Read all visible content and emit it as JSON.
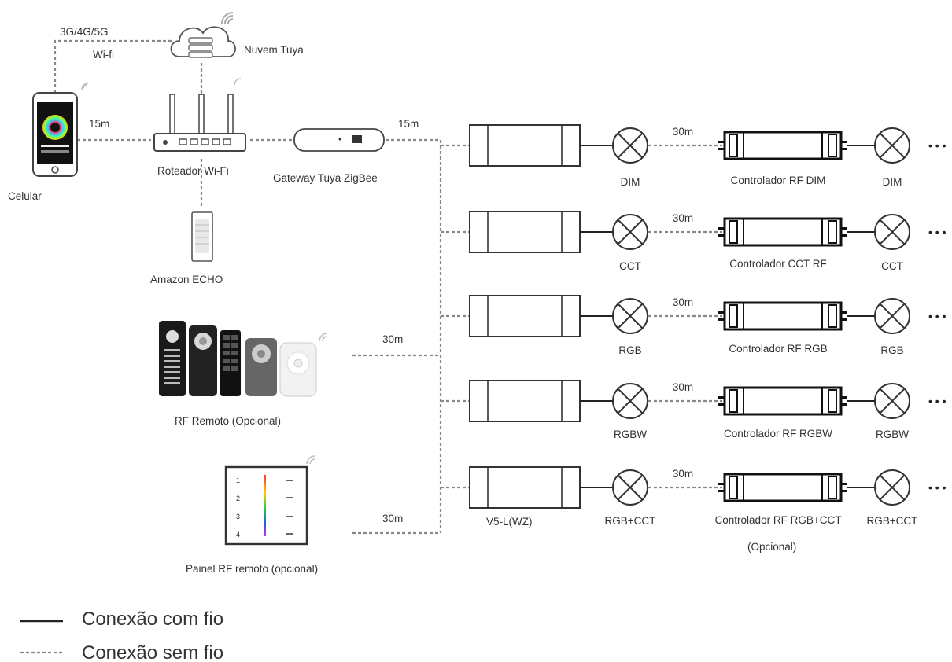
{
  "devices": {
    "phone": "Celular",
    "cloud": "Nuvem Tuya",
    "router": "Roteador Wi-Fi",
    "gateway": "Gateway Tuya ZigBee",
    "echo": "Amazon ECHO",
    "rf_remote": "RF Remoto (Opcional)",
    "rf_panel": "Painel RF remoto (opcional)",
    "receiver": "V5-L(WZ)"
  },
  "links": {
    "cellular": "3G/4G/5G",
    "wifi": "Wi-fi",
    "phone_router": "15m",
    "gateway_bus": "15m",
    "remote_bus": "30m",
    "panel_bus": "30m"
  },
  "rows": [
    {
      "lamp": "DIM",
      "distance": "30m",
      "controller": "Controlador RF DIM",
      "end_lamp": "DIM"
    },
    {
      "lamp": "CCT",
      "distance": "30m",
      "controller": "Controlador CCT RF",
      "end_lamp": "CCT"
    },
    {
      "lamp": "RGB",
      "distance": "30m",
      "controller": "Controlador RF RGB",
      "end_lamp": "RGB"
    },
    {
      "lamp": "RGBW",
      "distance": "30m",
      "controller": "Controlador RF RGBW",
      "end_lamp": "RGBW"
    },
    {
      "lamp": "RGB+CCT",
      "distance": "30m",
      "controller": "Controlador RF RGB+CCT",
      "end_lamp": "RGB+CCT"
    }
  ],
  "optional_note": "(Opcional)",
  "continuation": "• • •",
  "panel_buttons": [
    "1",
    "2",
    "3",
    "4"
  ],
  "legend": {
    "wired": "Conexão com fio",
    "wireless": "Conexão sem fio"
  }
}
